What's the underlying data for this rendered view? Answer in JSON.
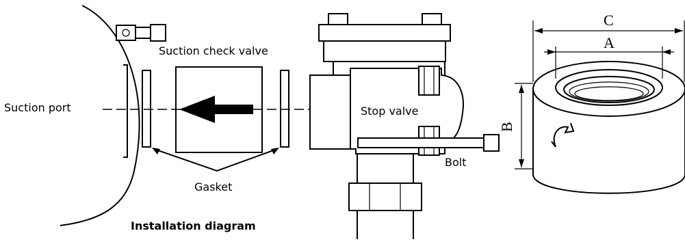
{
  "labels": {
    "suction_check_valve": "Suction check valve",
    "suction_port": "Suction port",
    "stop_valve": "Stop valve",
    "bolt": "Bolt",
    "gasket": "Gasket",
    "installation_diagram": "Installation diagram"
  },
  "dimensions": {
    "a": "A",
    "b": "B",
    "c": "C"
  },
  "colors": {
    "ink": "#000000",
    "background": "#ffffff"
  }
}
